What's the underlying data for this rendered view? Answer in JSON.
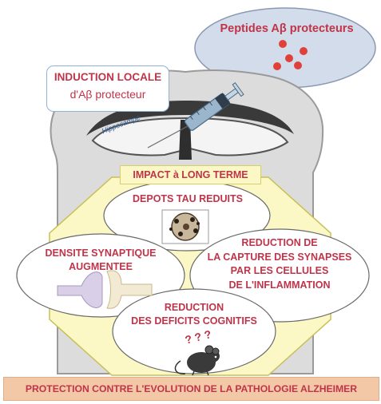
{
  "peptides_label": "Peptides Aβ protecteurs",
  "induction": {
    "title": "INDUCTION LOCALE",
    "subtitle": "d'Aβ protecteur"
  },
  "hippocampe_label": "Hippocampe",
  "impact_label": "IMPACT à LONG TERME",
  "bubbles": {
    "tau": "DEPOTS TAU REDUITS",
    "synaptic": [
      "DENSITE SYNAPTIQUE",
      "AUGMENTEE"
    ],
    "capture": [
      "REDUCTION DE",
      "LA CAPTURE DES SYNAPSES",
      "PAR LES CELLULES",
      "DE L'INFLAMMATION"
    ],
    "cognitive": [
      "REDUCTION",
      "DES DEFICITS COGNITIFS"
    ]
  },
  "question_marks": "? ? ?",
  "footer": "PROTECTION CONTRE L'EVOLUTION DE LA PATHOLOGIE ALZHEIMER",
  "colors": {
    "label_red": "#c0344a",
    "peptide_ellipse": "#d3dcea",
    "brain_gray": "#dcdcdc",
    "impact_yellow": "#fcf8c6",
    "footer_orange": "#f3c8a7"
  }
}
